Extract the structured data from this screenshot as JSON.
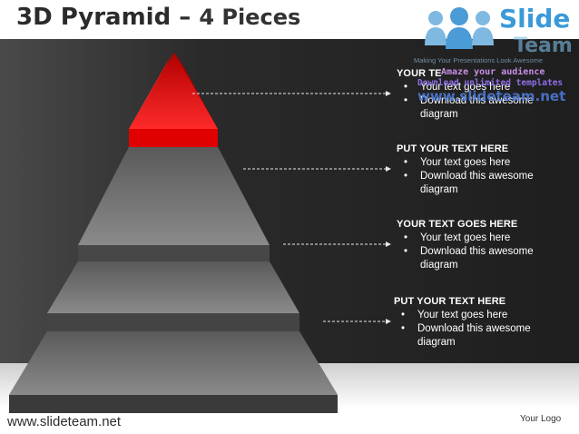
{
  "title": {
    "main": "3D Pyramid",
    "dash": " – ",
    "sub": "4 Pieces"
  },
  "branding": {
    "logo_word1": "Slide",
    "logo_word2": "Team",
    "tagline": "Making Your Presentations Look Awesome",
    "watermark_line1": "Amaze your audience",
    "watermark_line2": "Download unlimited templates",
    "watermark_line3": "www.slideteam.net"
  },
  "blocks": [
    {
      "heading": "YOUR TE",
      "items": [
        "Your text goes here",
        "Download this awesome diagram"
      ]
    },
    {
      "heading": "PUT YOUR TEXT HERE",
      "items": [
        "Your text goes here",
        "Download this awesome diagram"
      ]
    },
    {
      "heading": "YOUR TEXT GOES HERE",
      "items": [
        "Your text goes here",
        "Download this awesome diagram"
      ]
    },
    {
      "heading": "PUT YOUR TEXT HERE",
      "items": [
        "Your text goes here",
        "Download this awesome diagram"
      ]
    }
  ],
  "footer": {
    "url": "www.slideteam.net",
    "logo": "Your Logo"
  },
  "colors": {
    "top_piece": "#d40000",
    "pyramid_gray": "#6e6e6e",
    "background_dark": "#1e1e1e",
    "logo_blue": "#3a9ad9"
  }
}
